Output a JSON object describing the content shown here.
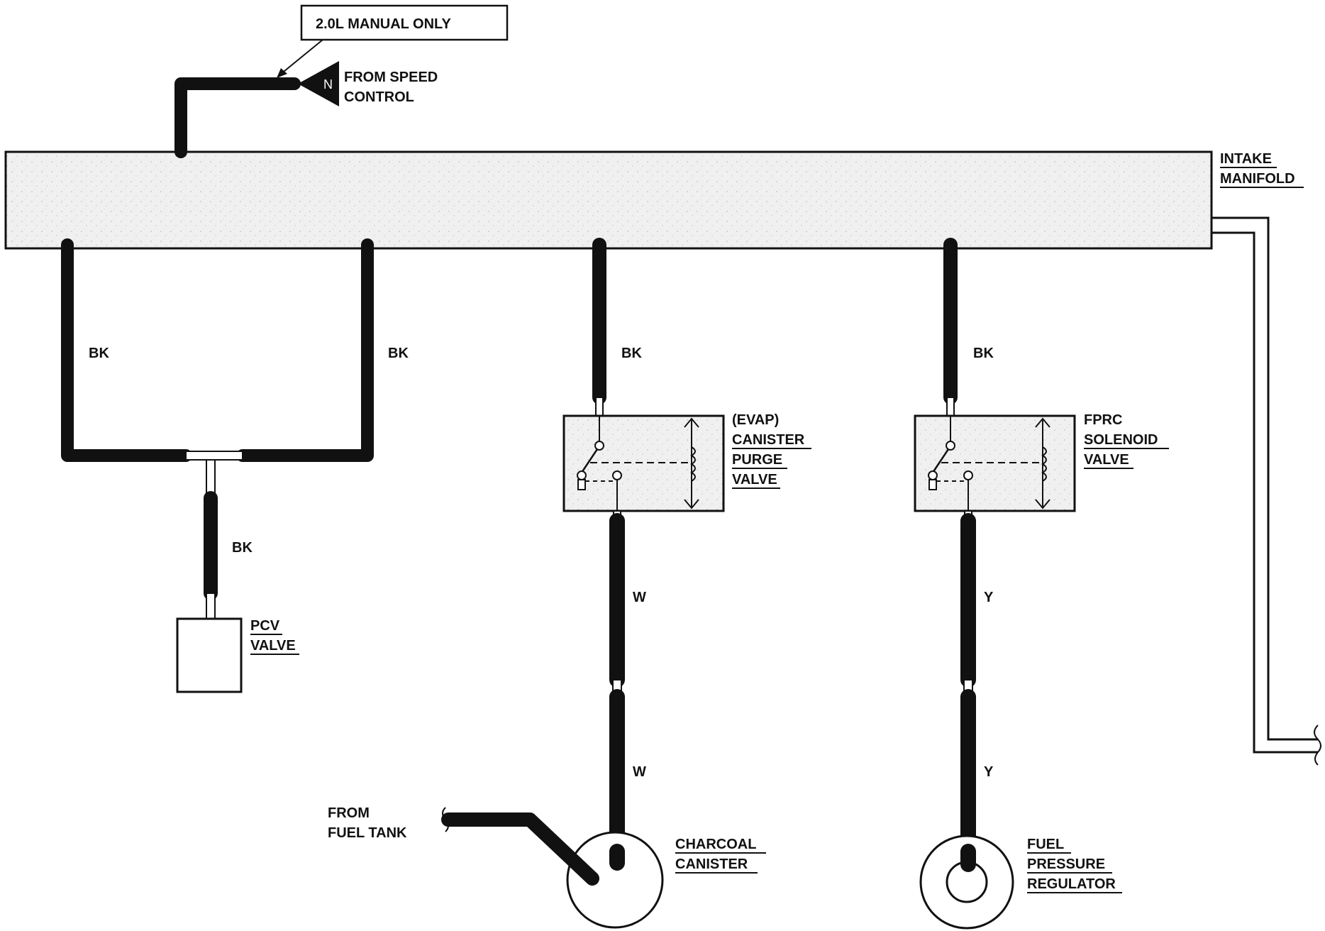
{
  "labels": {
    "note_box": "2.0L MANUAL ONLY",
    "from_speed_control": [
      "FROM SPEED",
      "CONTROL"
    ],
    "connector_letter": "N",
    "intake_manifold": [
      "INTAKE",
      "MANIFOLD"
    ],
    "pcv_valve": [
      "PCV",
      "VALVE"
    ],
    "canister_purge_valve": [
      "(EVAP)",
      "CANISTER",
      "PURGE",
      "VALVE"
    ],
    "fprc_solenoid_valve": [
      "FPRC",
      "SOLENOID",
      "VALVE"
    ],
    "charcoal_canister": [
      "CHARCOAL",
      "CANISTER"
    ],
    "fuel_pressure_regulator": [
      "FUEL",
      "PRESSURE",
      "REGULATOR"
    ],
    "from_fuel_tank": [
      "FROM",
      "FUEL TANK"
    ]
  },
  "hose_colors": {
    "left_outer": "BK",
    "left_inner": "BK",
    "pcv_line": "BK",
    "evap_upper": "BK",
    "fprc_upper": "BK",
    "evap_lower_1": "W",
    "evap_lower_2": "W",
    "fprc_lower_1": "Y",
    "fprc_lower_2": "Y"
  },
  "colors": {
    "ink": "#111111",
    "manifold_fill": "#eeeeee",
    "background": "#ffffff"
  }
}
